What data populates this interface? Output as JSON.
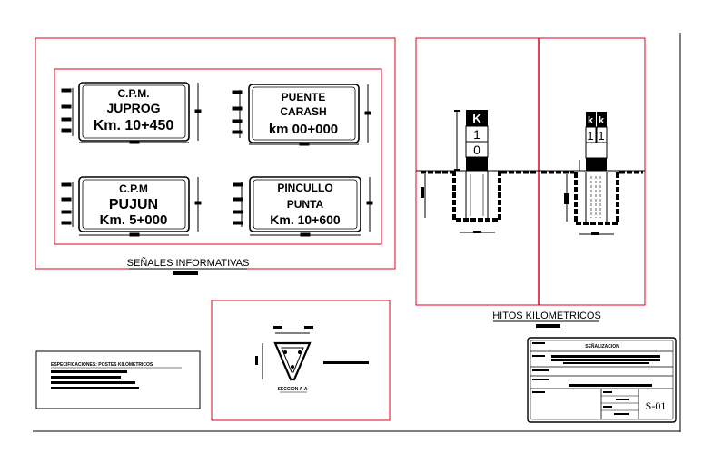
{
  "colors": {
    "frame": "#e0001b",
    "ink": "#000000",
    "background": "#ffffff"
  },
  "signs": [
    {
      "line1": "C.P.M.",
      "line2": "JUPROG",
      "line3": "Km. 10+450"
    },
    {
      "line1": "PUENTE",
      "line2": "CARASH",
      "line3": "km 00+000"
    },
    {
      "line1": "C.P.M",
      "line2": "PUJUN",
      "line3": "Km. 5+000"
    },
    {
      "line1": "PINCULLO",
      "line2": "PUNTA",
      "line3": "Km. 10+600"
    }
  ],
  "sections": {
    "signs_title": "SEÑALES INFORMATIVAS",
    "markers_title": "HITOS KILOMETRICOS",
    "section_label": "SECCION A-A",
    "specs_title": "ESPECIFICACIONES: POSTES KILOMETRICOS"
  },
  "marker": {
    "letter": "K",
    "digits": [
      "1",
      "0"
    ],
    "side_letters": [
      "k",
      "k"
    ],
    "side_digits": [
      "1",
      "1"
    ]
  },
  "title_block": {
    "heading": "SEÑALIZACION",
    "sheet": "S-01"
  }
}
